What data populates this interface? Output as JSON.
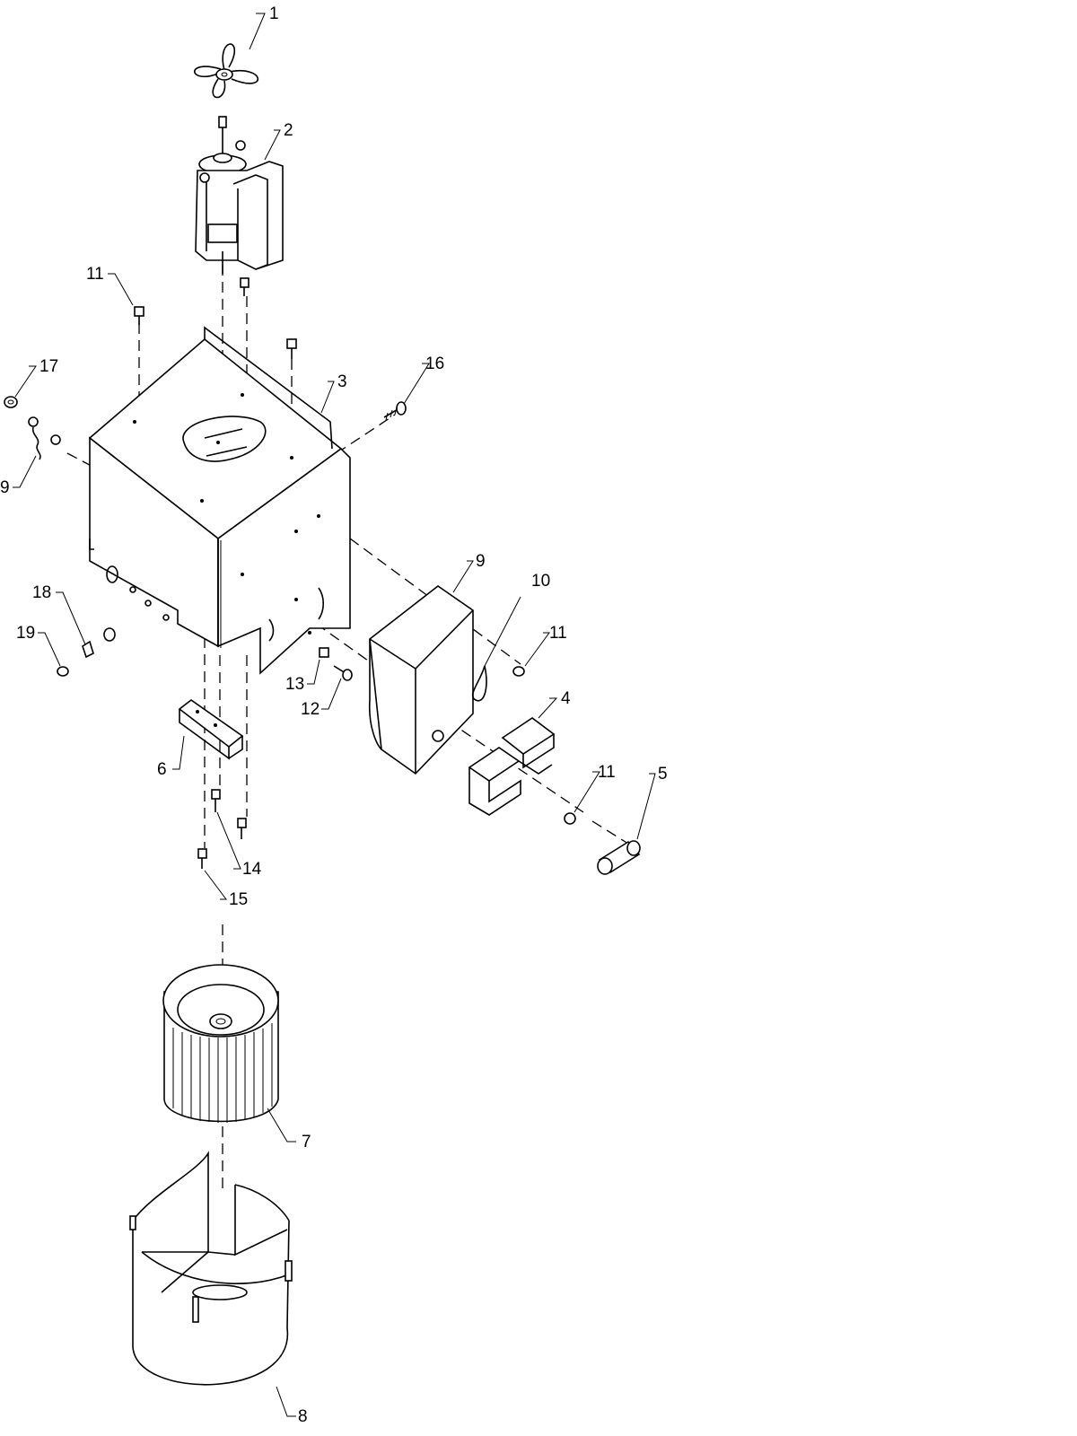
{
  "callouts": {
    "fan_blade": "1",
    "fan_motor": "2",
    "motor_bracket": "3",
    "fuse_holder": "4",
    "fuse": "5",
    "support_bracket": "6",
    "blower_wheel": "7",
    "blower_housing": "8",
    "wire_lead": "9",
    "capacitor": "9",
    "strap": "10",
    "screw_top_left": "11",
    "screw_capacitor": "11",
    "screw_fuse": "11",
    "screw_12": "12",
    "screw_13": "13",
    "screw_14": "14",
    "screw_15": "15",
    "screw_16": "16",
    "nut_17": "17",
    "clip_18": "18",
    "nut_19": "19"
  }
}
